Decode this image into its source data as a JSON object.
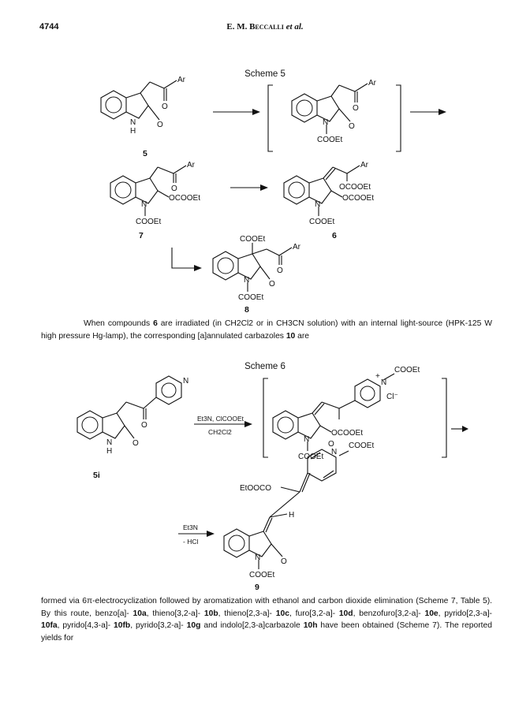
{
  "header": {
    "page_number": "4744",
    "author": "E. M. Beccalli",
    "et_al": "et al."
  },
  "scheme5": {
    "title": "Scheme 5",
    "labels": {
      "c5": "5",
      "c7": "7",
      "c6": "6",
      "c8": "8"
    },
    "atoms": {
      "ar": "Ar",
      "o": "O",
      "n": "N",
      "h": "H",
      "cooet": "COOEt",
      "ocooet": "OCOOEt"
    }
  },
  "paragraph1": {
    "t1": "When compounds ",
    "b1": "6",
    "t2": " are irradiated (in CH2Cl2 or in CH3CN solution) with an internal light-source (HPK-125 W high pressure Hg-lamp), the corresponding  [a]annulated  carbazoles ",
    "b2": "10",
    "t3": " are"
  },
  "scheme6": {
    "title": "Scheme 6",
    "labels": {
      "c5i": "5i",
      "c9": "9"
    },
    "reagents": {
      "top": "Et3N, ClCOOEt",
      "bottom": "CH2Cl2",
      "et3n": "Et3N",
      "hcl": "- HCl"
    },
    "atoms": {
      "plus": "+",
      "cl": "Cl⁻",
      "etoocoo": "EtOOCO",
      "h": "H"
    }
  },
  "paragraph2": {
    "t1": "formed via 6π-electrocyclization followed by aromatization with ethanol and carbon dioxide elimination (Scheme 7, Table 5). By this route, benzo[a]- ",
    "b1": "10a",
    "t2": ", thieno[3,2-a]- ",
    "b2": "10b",
    "t3": ", thieno[2,3-a]- ",
    "b3": "10c",
    "t4": ", furo[3,2-a]- ",
    "b4": "10d",
    "t5": ", benzofuro[3,2-a]- ",
    "b5": "10e",
    "t6": ", pyrido[2,3-a]- ",
    "b6": "10fa",
    "t7": ", pyrido[4,3-a]- ",
    "b7": "10fb",
    "t8": ", pyrido[3,2-a]- ",
    "b8": "10g",
    "t9": " and indolo[2,3-a]carbazole ",
    "b9": "10h",
    "t10": " have been obtained (Scheme 7). The reported yields for"
  }
}
